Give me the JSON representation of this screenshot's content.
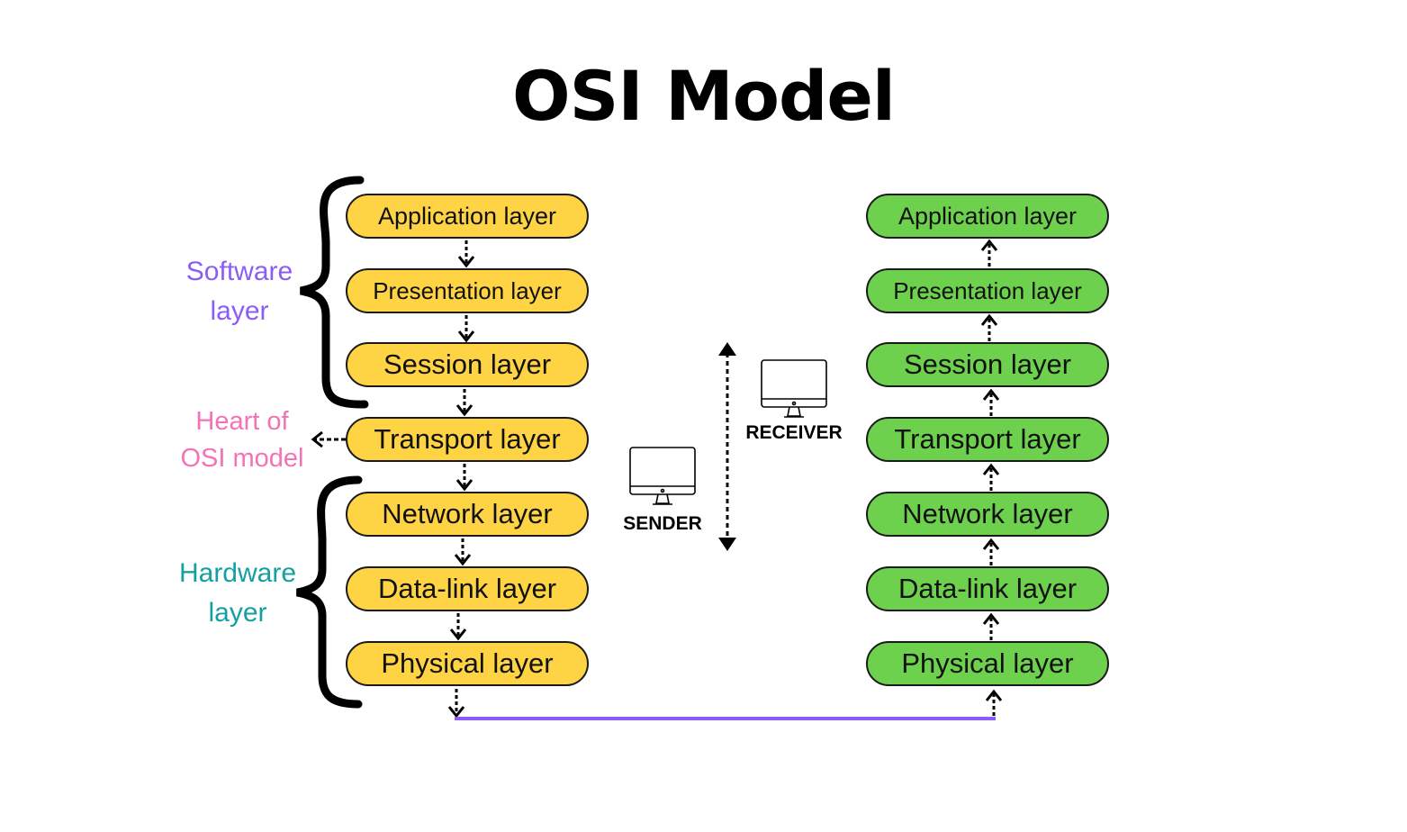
{
  "title": "OSI Model",
  "sender_stack": {
    "layers": [
      "Application layer",
      "Presentation layer",
      "Session layer",
      "Transport layer",
      "Network layer",
      "Data-link layer",
      "Physical layer"
    ]
  },
  "receiver_stack": {
    "layers": [
      "Application layer",
      "Presentation layer",
      "Session layer",
      "Transport layer",
      "Network layer",
      "Data-link layer",
      "Physical layer"
    ]
  },
  "groups": {
    "software": {
      "line1": "Software",
      "line2": "layer",
      "color": "#8b5cf6"
    },
    "heart": {
      "line1": "Heart of",
      "line2": "OSI model",
      "color": "#f472b6"
    },
    "hardware": {
      "line1": "Hardware",
      "line2": "layer",
      "color": "#14a0a0"
    }
  },
  "devices": {
    "sender": {
      "label": "SENDER",
      "icon": "monitor-icon"
    },
    "receiver": {
      "label": "RECEIVER",
      "icon": "monitor-icon"
    }
  },
  "colors": {
    "sender_fill": "#ffd444",
    "receiver_fill": "#6dd14e",
    "link": "#8b5cf6"
  }
}
